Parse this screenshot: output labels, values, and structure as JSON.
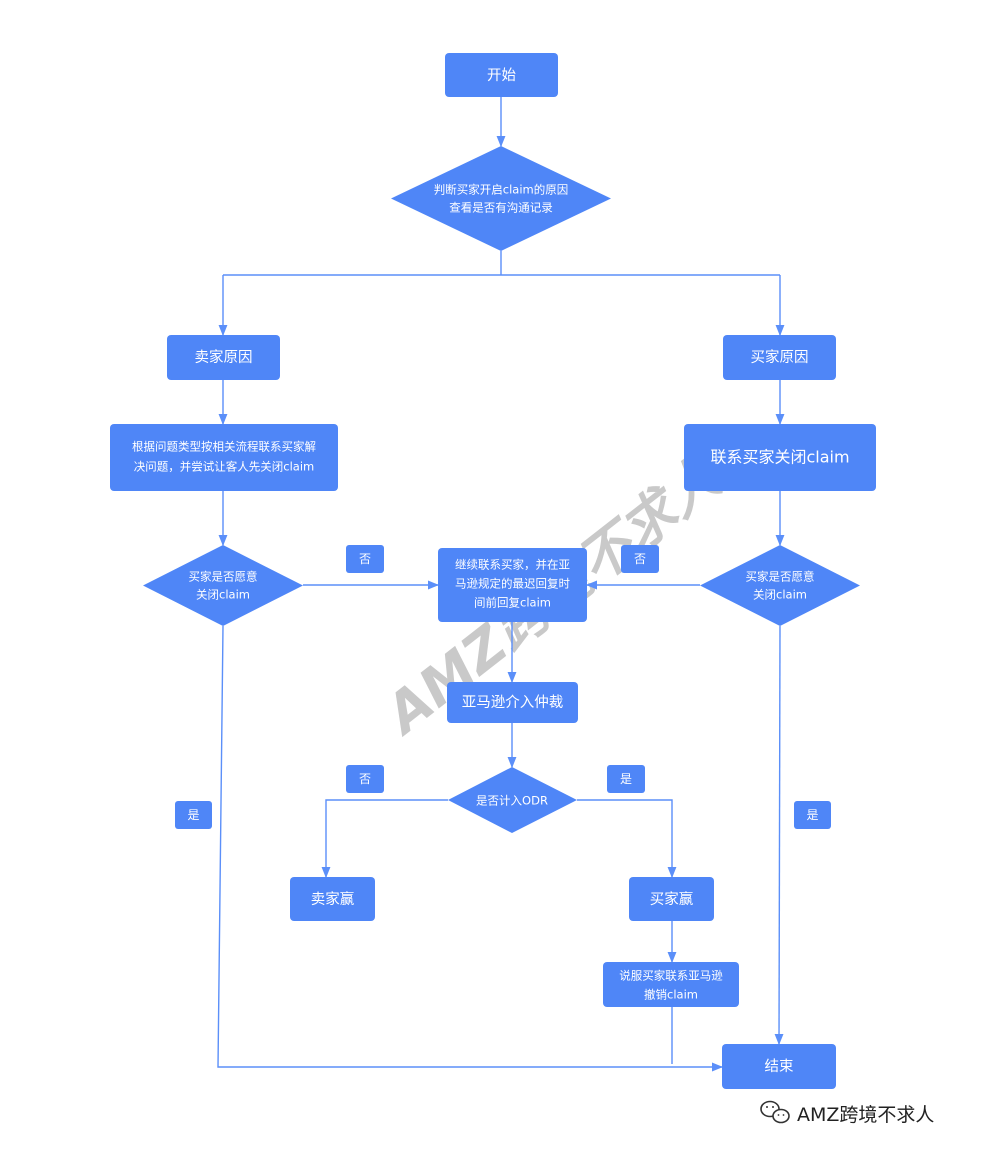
{
  "diagram": {
    "nodes": {
      "start": "开始",
      "judge_line1": "判断买家开启claim的原因",
      "judge_line2": "查看是否有沟通记录",
      "seller_reason": "卖家原因",
      "buyer_reason": "买家原因",
      "resolve_line1": "根据问题类型按相关流程联系买家解",
      "resolve_line2": "决问题，并尝试让客人先关闭claim",
      "contact_close": "联系买家关闭claim",
      "willing_left_line1": "买家是否愿意",
      "willing_left_line2": "关闭claim",
      "willing_right_line1": "买家是否愿意",
      "willing_right_line2": "关闭claim",
      "continue_line1": "继续联系买家，并在亚",
      "continue_line2": "马逊规定的最迟回复时",
      "continue_line3": "间前回复claim",
      "arbitration": "亚马逊介入仲裁",
      "odr": "是否计入ODR",
      "seller_win": "卖家赢",
      "buyer_win": "买家赢",
      "persuade_line1": "说服买家联系亚马逊",
      "persuade_line2": "撤销claim",
      "end": "结束"
    },
    "labels": {
      "no_left": "否",
      "no_right": "否",
      "no_odr": "否",
      "yes_odr": "是",
      "yes_left": "是",
      "yes_right": "是"
    }
  },
  "watermark": "AMZ跨境不求人",
  "footer": {
    "brand": "AMZ跨境不求人",
    "icon": "wechat-icon"
  },
  "colors": {
    "node": "#4f86f7",
    "edge": "#5b8ff9"
  }
}
